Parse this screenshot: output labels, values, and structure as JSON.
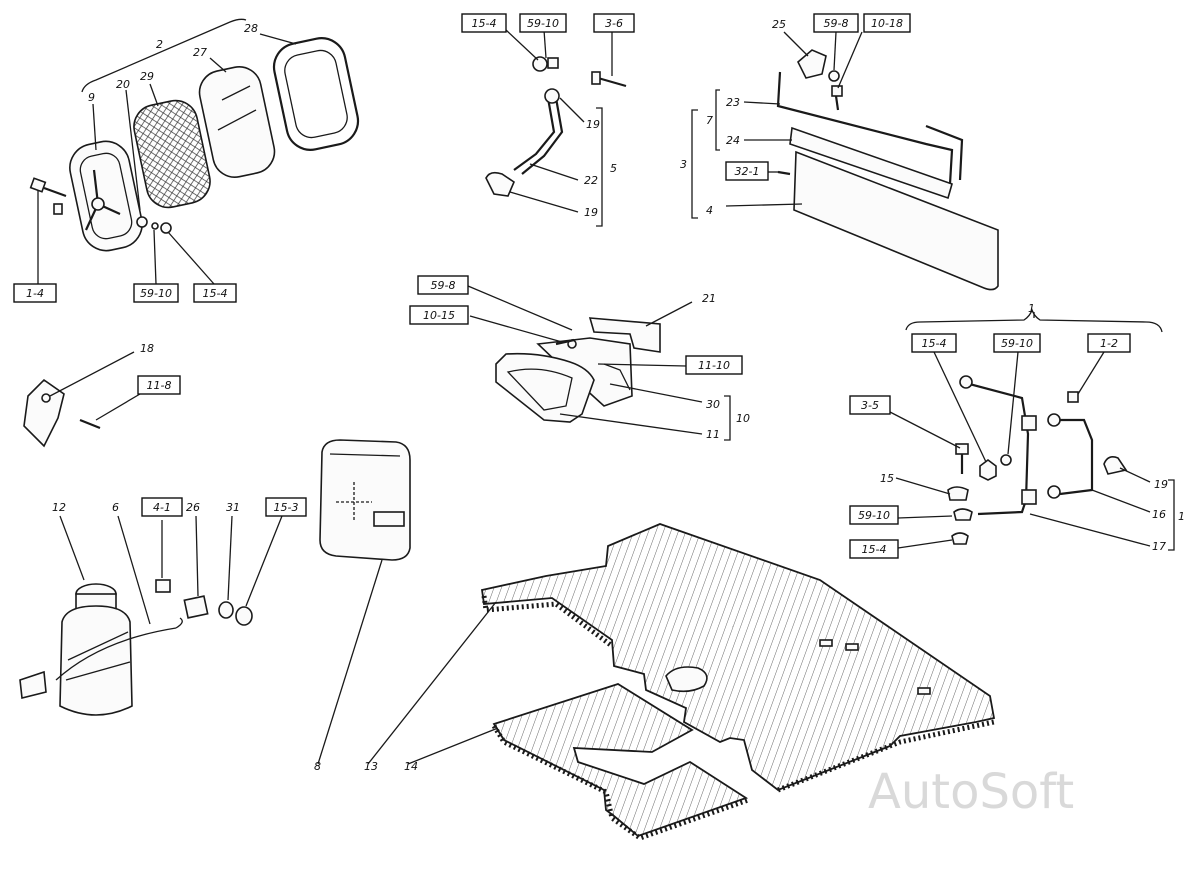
{
  "watermark": "AutoSoft",
  "callouts": {
    "c2": "2",
    "c28": "28",
    "c27": "27",
    "c29": "29",
    "c20": "20",
    "c9": "9",
    "c18": "18",
    "c12": "12",
    "c6": "6",
    "c26": "26",
    "c31": "31",
    "c8": "8",
    "c13": "13",
    "c14": "14",
    "c19a": "19",
    "c22": "22",
    "c19b": "19",
    "c5": "5",
    "c25": "25",
    "c23": "23",
    "c7": "7",
    "c24": "24",
    "c3": "3",
    "c4": "4",
    "c21": "21",
    "c30": "30",
    "c11": "11",
    "c10": "10",
    "c1top": "1",
    "c15": "15",
    "c19c": "19",
    "c16": "16",
    "c1right": "1",
    "c17": "17"
  },
  "boxes": {
    "b1_4": "1-4",
    "b59_10a": "59-10",
    "b15_4a": "15-4",
    "b11_8": "11-8",
    "b4_1": "4-1",
    "b15_3": "15-3",
    "b15_4b": "15-4",
    "b59_10b": "59-10",
    "b3_6": "3-6",
    "b59_8a": "59-8",
    "b10_18": "10-18",
    "b32_1": "32-1",
    "b59_8b": "59-8",
    "b10_15": "10-15",
    "b11_10": "11-10",
    "b15_4c": "15-4",
    "b59_10c": "59-10",
    "b1_2": "1-2",
    "b3_5": "3-5",
    "b59_10d": "59-10",
    "b15_4d": "15-4"
  }
}
